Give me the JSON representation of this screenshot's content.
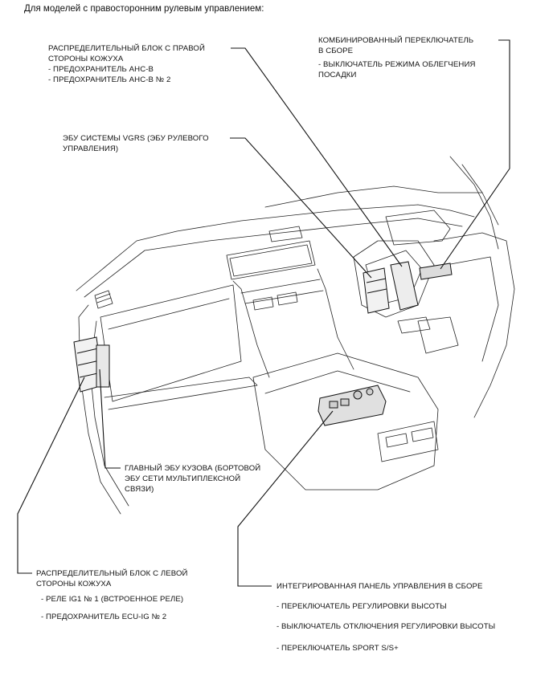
{
  "header": "Для моделей с правосторонним рулевым управлением:",
  "callouts": {
    "right_junction": {
      "lines": [
        "РАСПРЕДЕЛИТЕЛЬНЫЙ БЛОК С ПРАВОЙ",
        "СТОРОНЫ КОЖУХА"
      ],
      "items": [
        "- ПРЕДОХРАНИТЕЛЬ AHC-B",
        "- ПРЕДОХРАНИТЕЛЬ AHC-B № 2"
      ]
    },
    "combo_switch": {
      "lines": [
        "КОМБИНИРОВАННЫЙ ПЕРЕКЛЮЧАТЕЛЬ",
        "В СБОРЕ"
      ],
      "items": [
        "- ВЫКЛЮЧАТЕЛЬ РЕЖИМА ОБЛЕГЧЕНИЯ",
        "ПОСАДКИ"
      ]
    },
    "vgrs_ecu": {
      "lines": [
        "ЭБУ СИСТЕМЫ VGRS (ЭБУ РУЛЕВОГО",
        "УПРАВЛЕНИЯ)"
      ]
    },
    "main_body_ecu": {
      "lines": [
        "ГЛАВНЫЙ ЭБУ КУЗОВА (БОРТОВОЙ",
        "ЭБУ СЕТИ МУЛЬТИПЛЕКСНОЙ",
        "СВЯЗИ)"
      ]
    },
    "left_junction": {
      "lines": [
        "РАСПРЕДЕЛИТЕЛЬНЫЙ БЛОК С ЛЕВОЙ",
        "СТОРОНЫ КОЖУХА"
      ],
      "items": [
        "- РЕЛЕ IG1 № 1 (ВСТРОЕННОЕ РЕЛЕ)",
        "- ПРЕДОХРАНИТЕЛЬ ECU-IG № 2"
      ]
    },
    "control_panel": {
      "title": "ИНТЕГРИРОВАННАЯ ПАНЕЛЬ УПРАВЛЕНИЯ В СБОРЕ",
      "items": [
        "- ПЕРЕКЛЮЧАТЕЛЬ РЕГУЛИРОВКИ ВЫСОТЫ",
        "- ВЫКЛЮЧАТЕЛЬ ОТКЛЮЧЕНИЯ РЕГУЛИРОВКИ ВЫСОТЫ",
        "- ПЕРЕКЛЮЧАТЕЛЬ SPORT S/S+"
      ]
    }
  }
}
